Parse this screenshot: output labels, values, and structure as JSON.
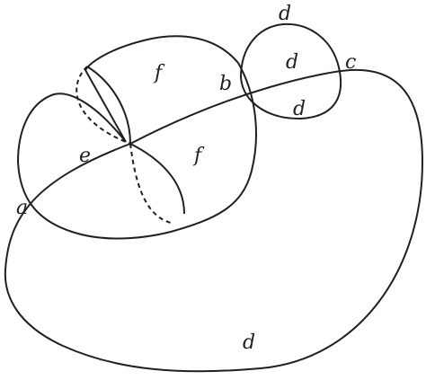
{
  "labels": {
    "a": "a",
    "b": "b",
    "c": "c",
    "d_top": "d",
    "d_inner_upper": "d",
    "d_inner_lower": "d",
    "d_bottom": "d",
    "e": "e",
    "f_upper": "f",
    "f_lower": "f"
  },
  "colors": {
    "stroke": "#231f20",
    "background": "#ffffff"
  }
}
